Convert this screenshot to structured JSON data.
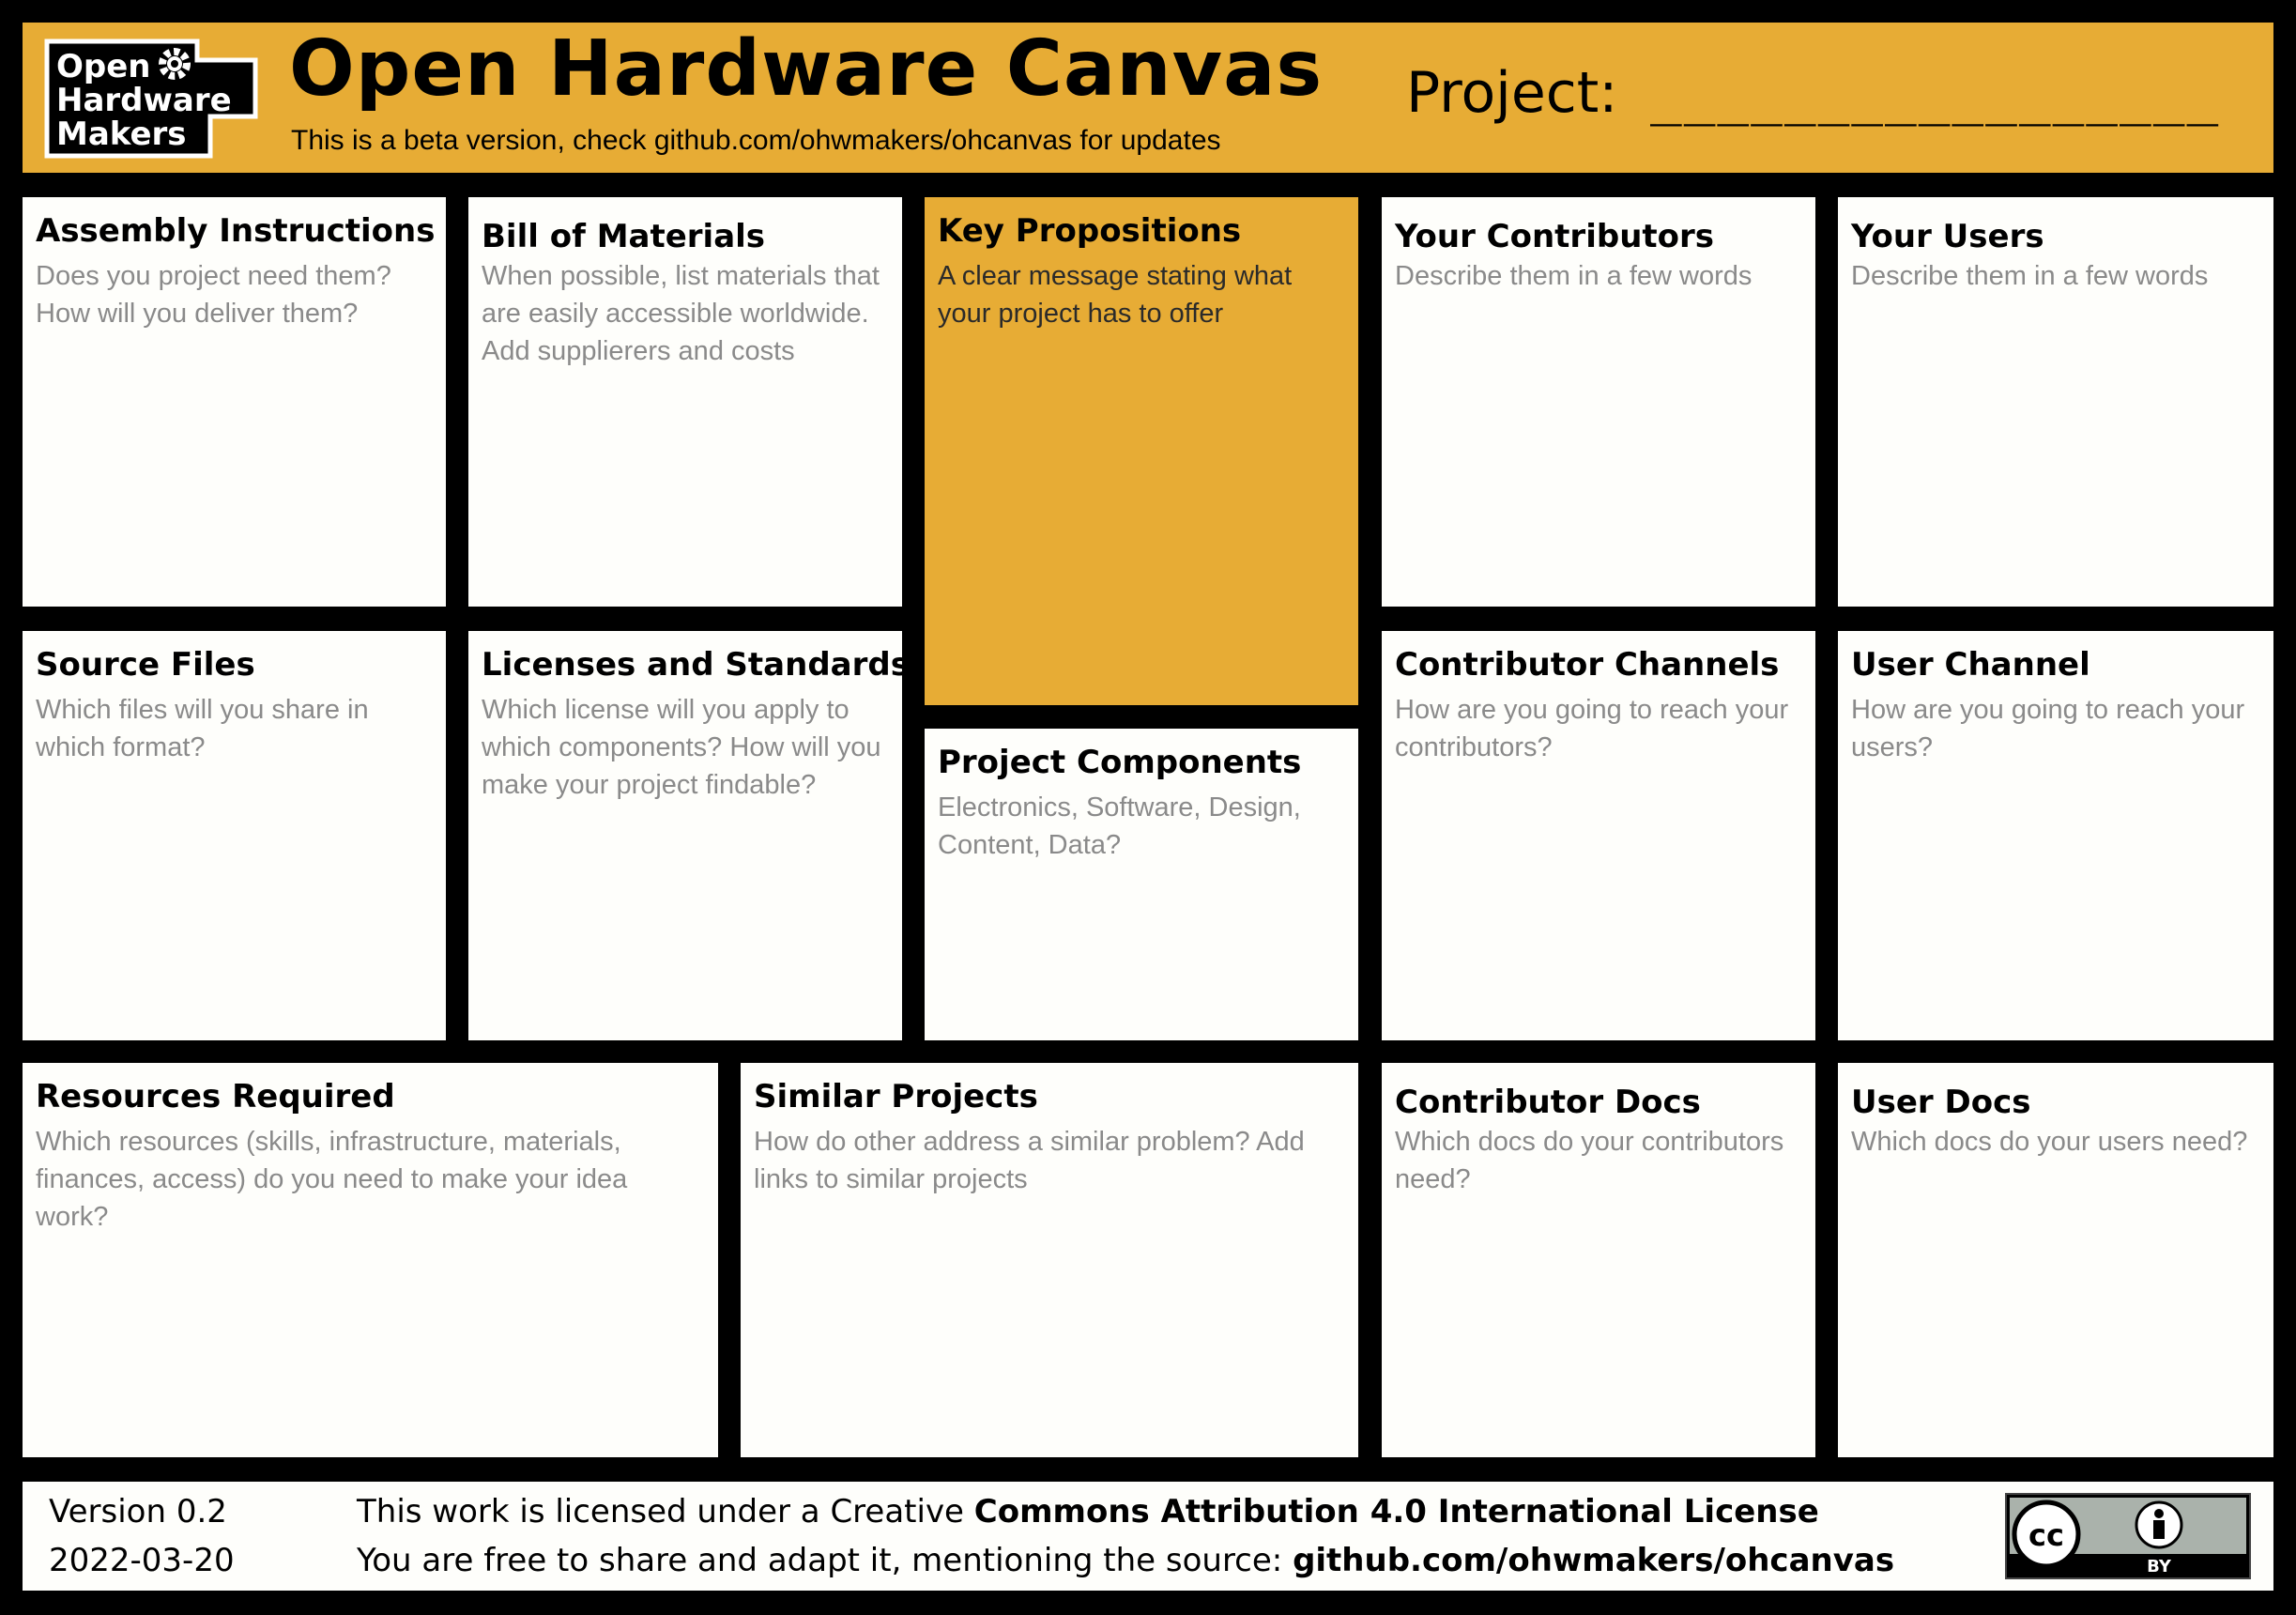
{
  "header": {
    "logo": [
      "Open",
      "Hardware",
      "Makers"
    ],
    "title": "Open Hardware Canvas",
    "subtitle": "This is a beta version, check github.com/ohwmakers/ohcanvas for updates",
    "project_label": "Project:",
    "project_line": "_________________"
  },
  "boxes": {
    "assembly": {
      "title": "Assembly Instructions",
      "desc": "Does you project need them? How will you deliver them?"
    },
    "bom": {
      "title": "Bill of Materials",
      "desc": "When possible, list materials that are easily accessible worldwide. Add supplierers and costs"
    },
    "key": {
      "title": "Key Propositions",
      "desc": "A clear message stating what your project has to offer"
    },
    "contributors": {
      "title": "Your Contributors",
      "desc": "Describe them in a few words"
    },
    "users": {
      "title": "Your Users",
      "desc": "Describe them in a few words"
    },
    "source": {
      "title": "Source Files",
      "desc": "Which files will you share in which format?"
    },
    "licenses": {
      "title": "Licenses and Standards",
      "desc": "Which license will you apply to which components? How will you make your project findable?"
    },
    "components": {
      "title": "Project Components",
      "desc": "Electronics, Software, Design, Content, Data?"
    },
    "contrib_channels": {
      "title": "Contributor Channels",
      "desc": "How are you going to reach your contributors?"
    },
    "user_channel": {
      "title": "User Channel",
      "desc": "How are you going to reach your users?"
    },
    "resources": {
      "title": "Resources Required",
      "desc": "Which resources (skills, infrastructure, materials, finances, access) do you need to make your idea work?"
    },
    "similar": {
      "title": "Similar Projects",
      "desc": "How do other address a similar problem? Add links to similar projects"
    },
    "contrib_docs": {
      "title": "Contributor Docs",
      "desc": "Which docs do your contributors need?"
    },
    "user_docs": {
      "title": "User Docs",
      "desc": "Which docs do your users need?"
    }
  },
  "footer": {
    "version": "Version 0.2",
    "date": "2022-03-20",
    "license_line1_pre": "This work is licensed under a Creative ",
    "license_line1_bold": "Commons Attribution 4.0 International License",
    "license_line2_pre": "You are free to share and adapt it, mentioning the source: ",
    "license_line2_bold": "github.com/ohwmakers/ohcanvas",
    "cc_text": "cc",
    "by_text": "BY"
  },
  "colors": {
    "accent": "#e7ac35",
    "background": "#000000",
    "panel": "#fefefb",
    "hint": "#8a8a8a"
  }
}
